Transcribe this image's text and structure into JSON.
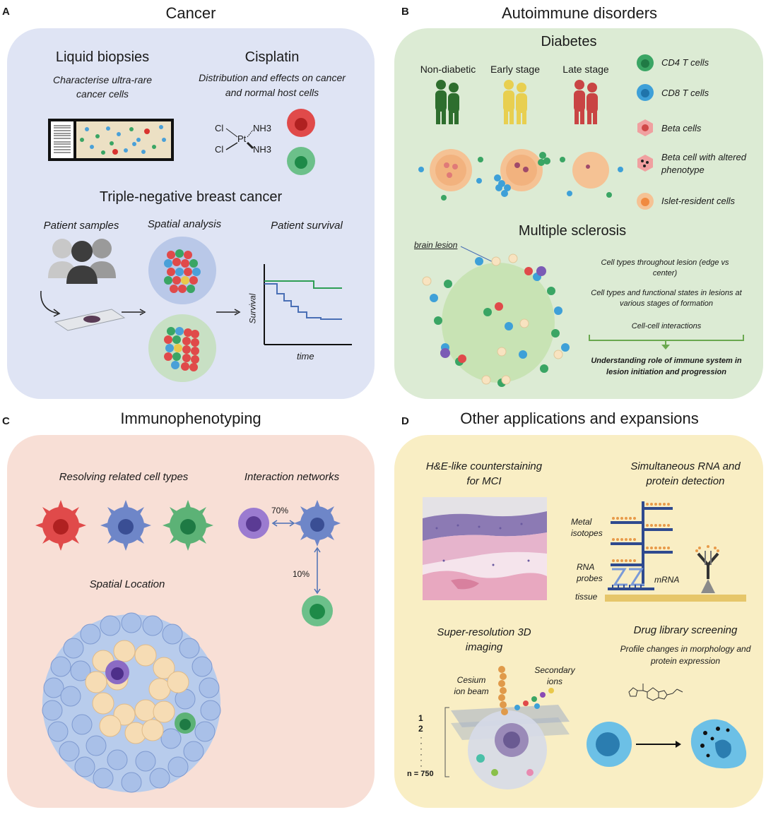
{
  "panel_a": {
    "letter": "A",
    "title": "Cancer",
    "liquid_title": "Liquid biopsies",
    "liquid_sub": "Characterise ultra-rare cancer cells",
    "cisplatin_title": "Cisplatin",
    "cisplatin_sub": "Distribution and effects on cancer and normal host cells",
    "formula": {
      "cl1": "Cl",
      "cl2": "Cl",
      "pt": "Pt",
      "nh3a": "NH3",
      "nh3b": "NH3"
    },
    "tnbc_title": "Triple-negative breast cancer",
    "patient_samples": "Patient samples",
    "spatial_analysis": "Spatial analysis",
    "patient_survival": "Patient survival",
    "survival_axis": "Survival",
    "time_axis": "time",
    "colors": {
      "bg": "#dfe4f4",
      "green": "#2e9e55",
      "blue": "#4a6fb5"
    }
  },
  "panel_b": {
    "letter": "B",
    "title": "Autoimmune disorders",
    "diabetes_title": "Diabetes",
    "stages": [
      "Non-diabetic",
      "Early stage",
      "Late stage"
    ],
    "legend": [
      {
        "label": "CD4 T cells",
        "color": "#3aa564"
      },
      {
        "label": "CD8 T cells",
        "color": "#3ea0d8"
      },
      {
        "label": "Beta cells",
        "color": "#e8807e"
      },
      {
        "label": "Beta cell with altered phenotype",
        "color": "#e8807e"
      },
      {
        "label": "Islet-resident cells",
        "color": "#f3a45e"
      }
    ],
    "ms_title": "Multiple sclerosis",
    "brain_lesion": "brain lesion",
    "ms_points": [
      "Cell types throughout lesion (edge vs center)",
      "Cell types and functional states in lesions at various stages of formation",
      "Cell-cell interactions"
    ],
    "ms_conclusion": "Understanding role of immune system in lesion initiation and progression",
    "colors": {
      "bg": "#dcebd4"
    }
  },
  "panel_c": {
    "letter": "C",
    "title": "Immunophenotyping",
    "resolving": "Resolving related cell types",
    "interaction": "Interaction networks",
    "pct_70": "70%",
    "pct_10": "10%",
    "spatial_location": "Spatial Location",
    "colors": {
      "bg": "#f8dfd6"
    }
  },
  "panel_d": {
    "letter": "D",
    "title": "Other applications and expansions",
    "he_title": "H&E-like counterstaining for MCI",
    "rna_title": "Simultaneous RNA and protein detection",
    "metal_isotopes": "Metal isotopes",
    "rna_probes": "RNA probes",
    "mrna": "mRNA",
    "tissue": "tissue",
    "super_title": "Super-resolution 3D imaging",
    "cesium": "Cesium ion beam",
    "secondary": "Secondary ions",
    "slice_1": "1",
    "slice_2": "2",
    "slice_n": "n = 750",
    "drug_title": "Drug library screening",
    "drug_sub": "Profile changes in morphology and protein expression",
    "colors": {
      "bg": "#f9eec4"
    }
  }
}
